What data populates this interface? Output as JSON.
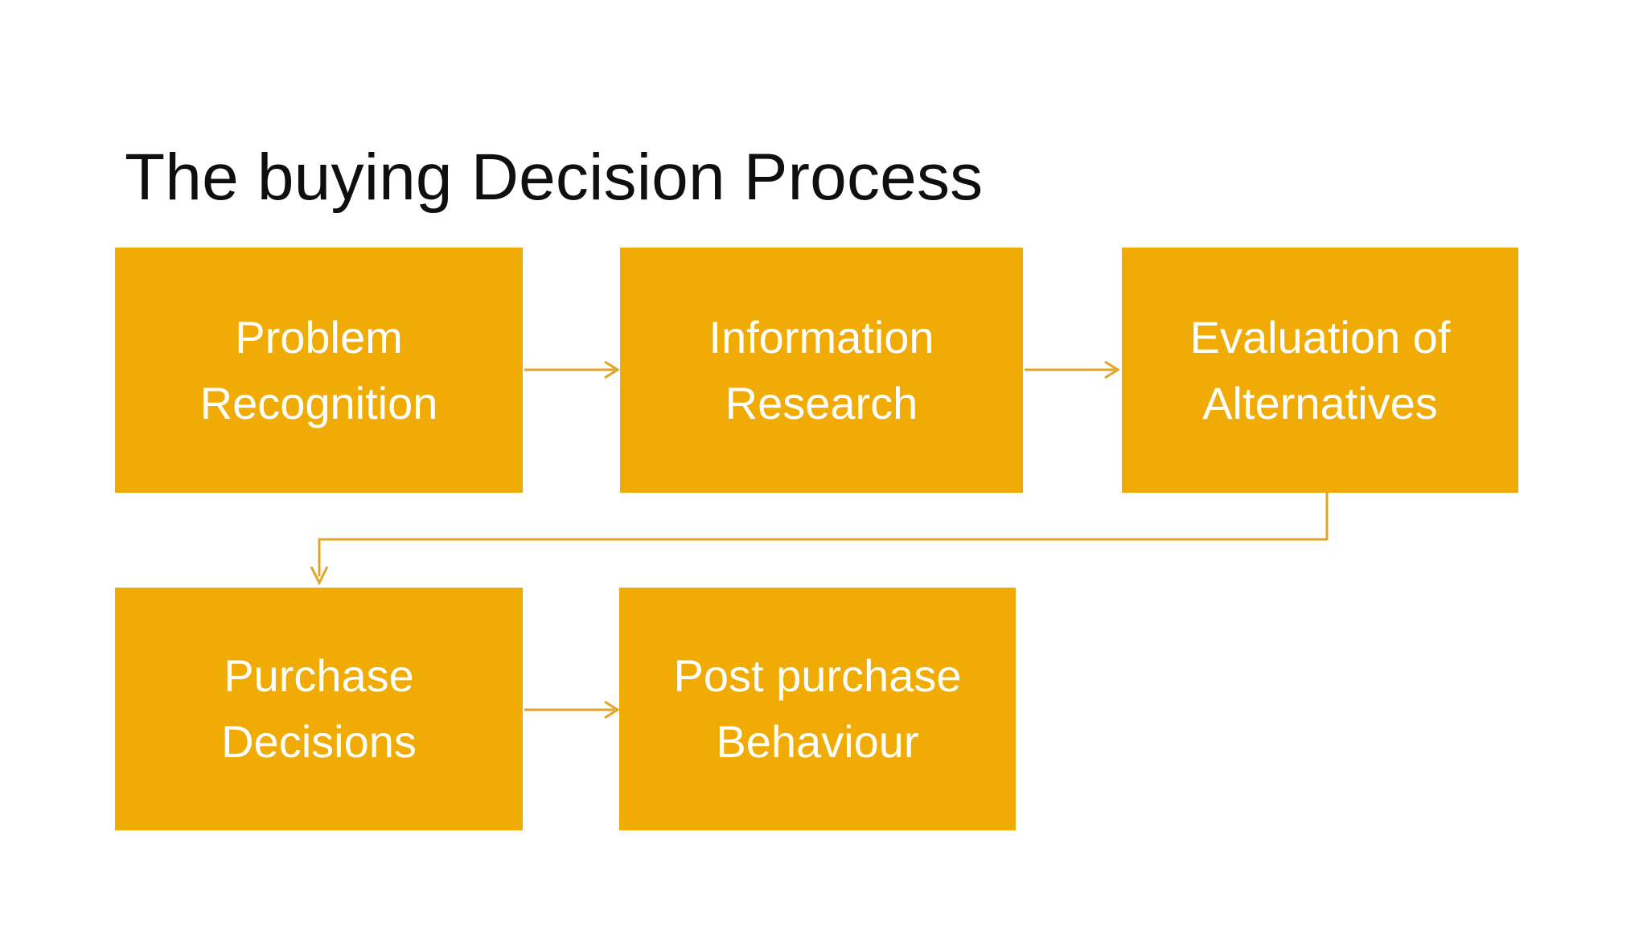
{
  "slide": {
    "title": "The buying Decision Process",
    "background_color": "#FFFFFF",
    "title_color": "#0F0F0F",
    "box_fill_color": "#F0AB04",
    "box_text_color": "#FFFFFF",
    "connector_color": "#E0A524"
  },
  "diagram": {
    "type": "process-flow",
    "steps": [
      {
        "id": "problem-recognition",
        "order": 1,
        "line1": "Problem",
        "line2": "Recognition",
        "label": "Problem Recognition",
        "row": 1,
        "column": 1
      },
      {
        "id": "information-research",
        "order": 2,
        "line1": "Information",
        "line2": "Research",
        "label": "Information Research",
        "row": 1,
        "column": 2
      },
      {
        "id": "evaluation-alternatives",
        "order": 3,
        "line1": "Evaluation of",
        "line2": "Alternatives",
        "label": "Evaluation of Alternatives",
        "row": 1,
        "column": 3
      },
      {
        "id": "purchase-decisions",
        "order": 4,
        "line1": "Purchase",
        "line2": "Decisions",
        "label": "Purchase Decisions",
        "row": 2,
        "column": 1
      },
      {
        "id": "post-purchase-behaviour",
        "order": 5,
        "line1": "Post purchase",
        "line2": "Behaviour",
        "label": "Post purchase Behaviour",
        "row": 2,
        "column": 2
      }
    ],
    "connectors": [
      {
        "id": "connector-1",
        "from": "problem-recognition",
        "to": "information-research",
        "shape": "straight-right"
      },
      {
        "id": "connector-2",
        "from": "information-research",
        "to": "evaluation-alternatives",
        "shape": "straight-right"
      },
      {
        "id": "connector-elbow",
        "from": "evaluation-alternatives",
        "to": "purchase-decisions",
        "shape": "elbow-down-left"
      },
      {
        "id": "connector-3",
        "from": "purchase-decisions",
        "to": "post-purchase-behaviour",
        "shape": "straight-right"
      }
    ]
  }
}
